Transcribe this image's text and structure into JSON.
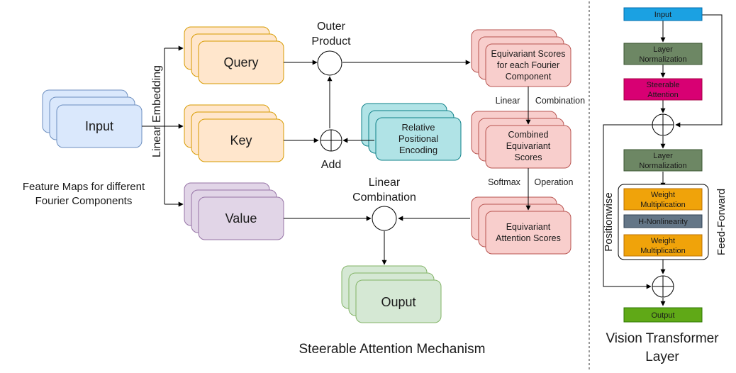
{
  "attention": {
    "input": "Input",
    "query": "Query",
    "key": "Key",
    "value": "Value",
    "output": "Ouput",
    "linear_embedding": "Linear Embedding",
    "feature_maps_line1": "Feature Maps for different",
    "feature_maps_line2": "Fourier Components",
    "outer_product_line1": "Outer",
    "outer_product_line2": "Product",
    "add": "Add",
    "linear_combination_line1": "Linear",
    "linear_combination_line2": "Combination",
    "relpos_line1": "Relative",
    "relpos_line2": "Positional",
    "relpos_line3": "Encoding",
    "scores_line1": "Equivariant Scores",
    "scores_line2": "for each Fourier",
    "scores_line3": "Component",
    "linear": "Linear",
    "combination": "Combination",
    "combined_line1": "Combined",
    "combined_line2": "Equivariant",
    "combined_line3": "Scores",
    "softmax": "Softmax",
    "operation": "Operation",
    "att_scores_line1": "Equivariant",
    "att_scores_line2": "Attention Scores",
    "caption": "Steerable Attention Mechanism"
  },
  "vit": {
    "input": "Input",
    "ln1_line1": "Layer",
    "ln1_line2": "Normalization",
    "steerable_line1": "Steerable",
    "steerable_line2": "Attention",
    "ln2_line1": "Layer",
    "ln2_line2": "Normalization",
    "weight1_line1": "Weight",
    "weight1_line2": "Multiplication",
    "nonlinearity": "H-Nonlinearity",
    "weight2_line1": "Weight",
    "weight2_line2": "Multiplication",
    "output": "Output",
    "positionwise": "Positionwise",
    "feedforward": "Feed-Forward",
    "caption_line1": "Vision Transformer",
    "caption_line2": "Layer"
  },
  "colors": {
    "input_fill": "#dae8fc",
    "input_stroke": "#6c8ebf",
    "qk_fill": "#ffe6cc",
    "qk_stroke": "#d79b00",
    "value_fill": "#e1d5e7",
    "value_stroke": "#9673a6",
    "output_fill": "#d5e8d4",
    "output_stroke": "#82b366",
    "relpos_fill": "#b0e3e6",
    "relpos_stroke": "#0e8088",
    "score_fill": "#f8cecc",
    "score_stroke": "#b85450",
    "vit_input": "#1ba1e2",
    "vit_norm": "#6d8764",
    "vit_attn": "#d80073",
    "vit_weight": "#f0a30a",
    "vit_nonlin": "#647687",
    "vit_output": "#60a917"
  }
}
